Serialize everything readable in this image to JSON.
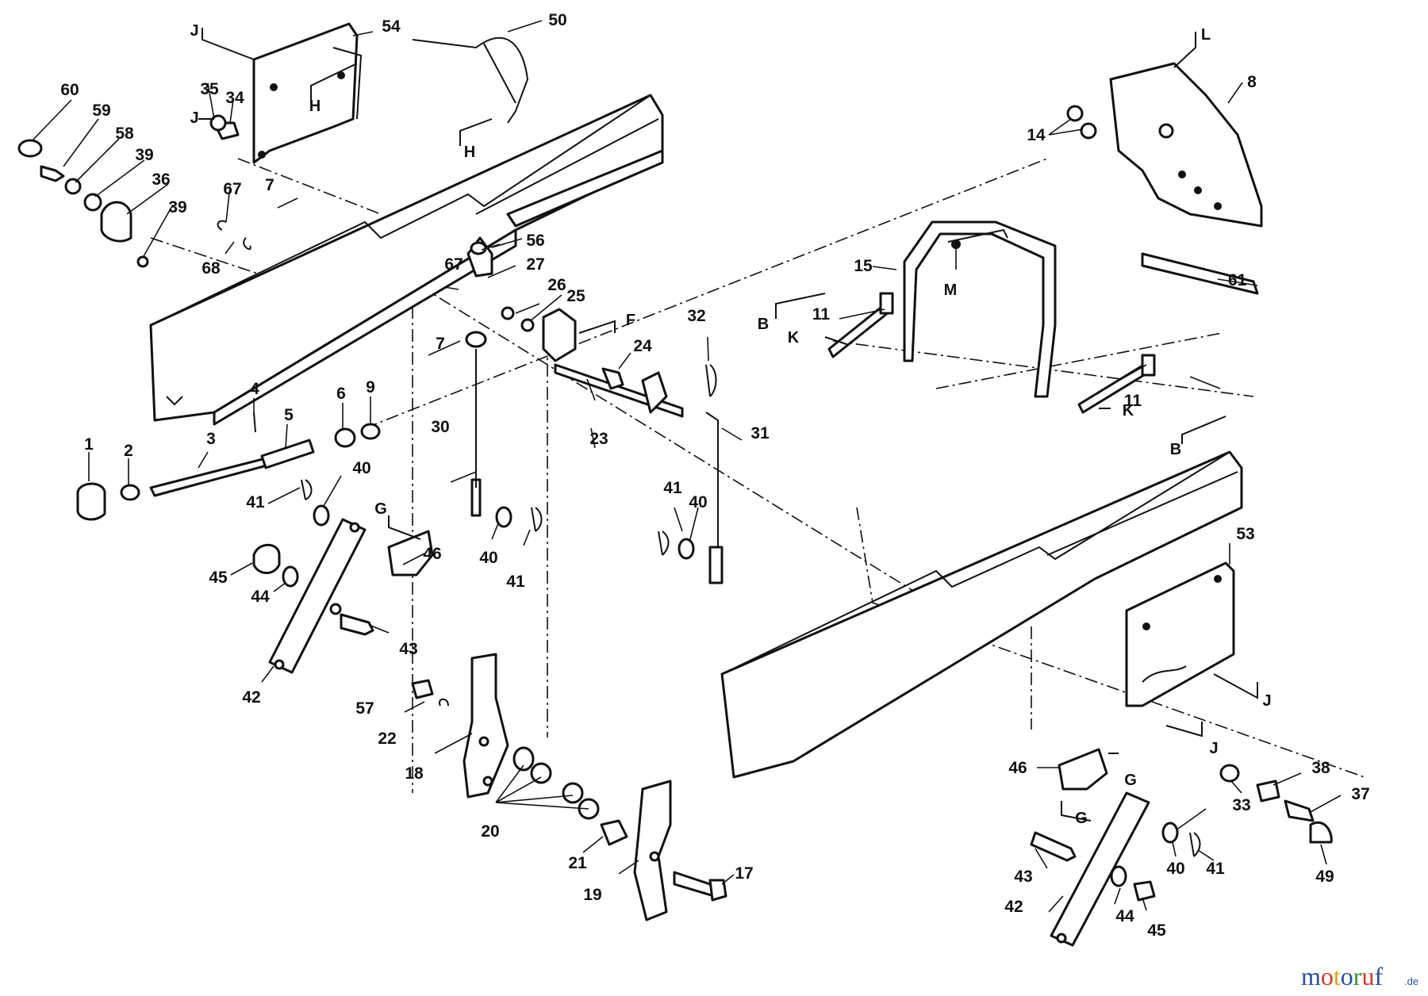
{
  "labels": {
    "p1": "1",
    "p2": "2",
    "p3": "3",
    "p4": "4",
    "p5": "5",
    "p6": "6",
    "p7a": "7",
    "p7b": "7",
    "p8": "8",
    "p9": "9",
    "p11a": "11",
    "p11b": "11",
    "p14": "14",
    "p15": "15",
    "p17": "17",
    "p18": "18",
    "p19": "19",
    "p20": "20",
    "p21": "21",
    "p22": "22",
    "p23": "23",
    "p24": "24",
    "p25": "25",
    "p26": "26",
    "p27": "27",
    "p30": "30",
    "p31": "31",
    "p32": "32",
    "p33": "33",
    "p34": "34",
    "p35": "35",
    "p36": "36",
    "p37": "37",
    "p38": "38",
    "p39a": "39",
    "p39b": "39",
    "p40a": "40",
    "p40b": "40",
    "p40c": "40",
    "p40d": "40",
    "p41a": "41",
    "p41b": "41",
    "p41c": "41",
    "p41d": "41",
    "p42a": "42",
    "p42b": "42",
    "p43a": "43",
    "p43b": "43",
    "p44a": "44",
    "p44b": "44",
    "p45a": "45",
    "p45b": "45",
    "p46a": "46",
    "p46b": "46",
    "p49": "49",
    "p50": "50",
    "p53": "53",
    "p54": "54",
    "p56": "56",
    "p57": "57",
    "p58": "58",
    "p59": "59",
    "p60": "60",
    "p61": "61",
    "p67a": "67",
    "p67b": "67",
    "p68": "68"
  },
  "refs": {
    "J1": "J",
    "J2": "J",
    "J3": "J",
    "J4": "J",
    "H1": "H",
    "H2": "H",
    "L": "L",
    "M": "M",
    "B1": "B",
    "B2": "B",
    "K1": "K",
    "K2": "K",
    "F": "F",
    "G1": "G",
    "G2": "G",
    "G3": "G"
  },
  "watermark": {
    "brand": "motoruf",
    "tld": ".de",
    "colors": [
      "#2a4e9c",
      "#d43a2f",
      "#e0a11b",
      "#2a4e9c",
      "#3f8f3a",
      "#d43a2f",
      "#2a4e9c"
    ]
  }
}
